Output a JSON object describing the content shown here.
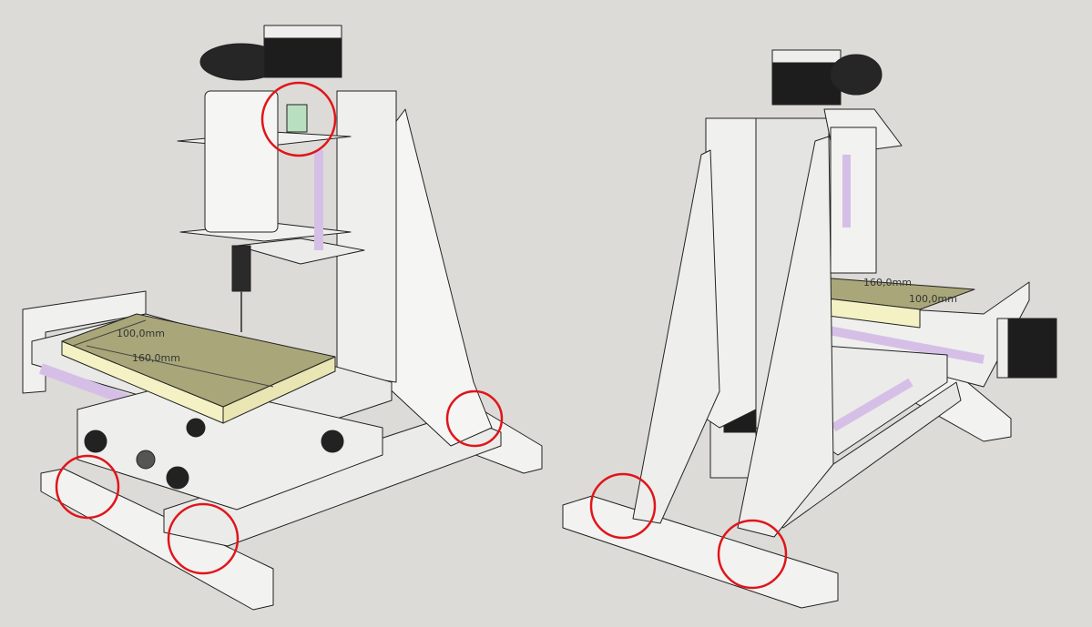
{
  "left_view": {
    "dimension_width": "100,0mm",
    "dimension_length": "160,0mm"
  },
  "right_view": {
    "dimension_length": "160,0mm",
    "dimension_width": "100,0mm"
  },
  "colors": {
    "background": "#dddbd7",
    "frame": "#f2f2f0",
    "workpiece_top": "#a9a77a",
    "workpiece_side": "#f4f1c4",
    "rod": "#d6bfe6",
    "motor": "#1d1d1d",
    "highlight_circle": "#e0151b"
  }
}
